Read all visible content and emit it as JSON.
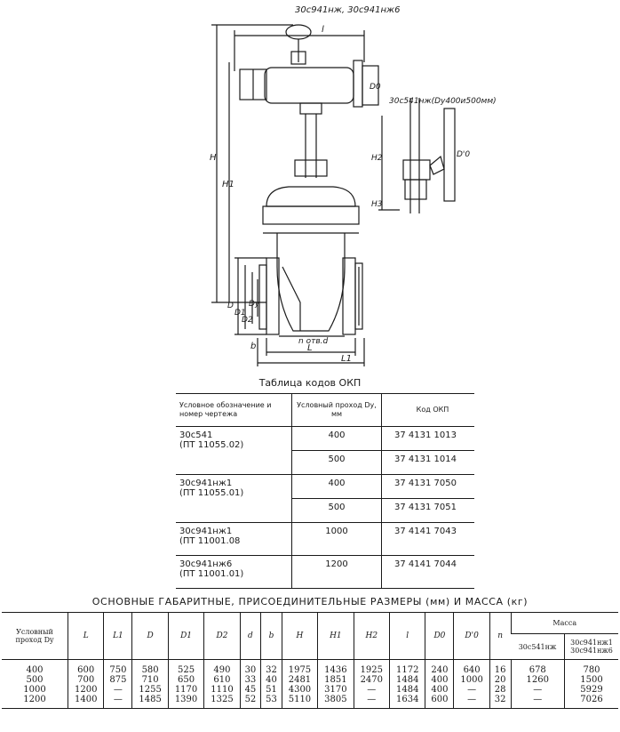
{
  "drawing": {
    "labels": {
      "top_models": "30с941нж, 30с941нж6",
      "side_model": "30с541нж(Dy400и500мм)",
      "dim_l": "l",
      "dim_H": "H",
      "dim_H1": "H1",
      "dim_D0_top": "D0",
      "dim_H2": "H2",
      "dim_H3": "H3",
      "dim_D0_side": "D'0",
      "dim_D": "D",
      "dim_D1": "D1",
      "dim_D2": "D2",
      "dim_dia": "Dy",
      "dim_b": "b",
      "dim_nd": "n отв.d",
      "dim_L": "L",
      "dim_L1": "L1"
    }
  },
  "okp": {
    "title": "Таблица кодов ОКП",
    "headers": {
      "designation": "Условное обозначение и номер чертежа",
      "dn": "Условный проход Dy, мм",
      "code": "Код ОКП"
    },
    "groups": [
      {
        "name": "30с541",
        "drawing": "(ПТ 11055.02)",
        "rows": [
          {
            "dn": "400",
            "code": "37 4131 1013"
          },
          {
            "dn": "500",
            "code": "37 4131 1014"
          }
        ]
      },
      {
        "name": "30с941нж1",
        "drawing": "(ПТ 11055.01)",
        "rows": [
          {
            "dn": "400",
            "code": "37 4131 7050"
          },
          {
            "dn": "500",
            "code": "37 4131 7051"
          }
        ]
      },
      {
        "name": "30с941нж1",
        "drawing": "(ПТ 11001.08",
        "rows": [
          {
            "dn": "1000",
            "code": "37 4141 7043"
          }
        ]
      },
      {
        "name": "30с941нж6",
        "drawing": "(ПТ 11001.01)",
        "rows": [
          {
            "dn": "1200",
            "code": "37 4141 7044"
          }
        ]
      }
    ]
  },
  "dims": {
    "title": "ОСНОВНЫЕ ГАБАРИТНЫЕ, ПРИСОЕДИНИТЕЛЬНЫЕ РАЗМЕРЫ (мм) И МАССА (кг)",
    "headers": {
      "dn": "Условный проход Dy",
      "L": "L",
      "L1": "L1",
      "D": "D",
      "D1": "D1",
      "D2": "D2",
      "d": "d",
      "b": "b",
      "H": "H",
      "H1": "H1",
      "H2": "H2",
      "l": "l",
      "D0": "D0",
      "D0p": "D'0",
      "n": "n",
      "mass": "Масса",
      "mass_a": "30с541нж",
      "mass_b1": "30с941нж1",
      "mass_b2": "30с941нж6"
    },
    "rows": [
      {
        "dn": "400",
        "L": "600",
        "L1": "750",
        "D": "580",
        "D1": "525",
        "D2": "490",
        "d": "30",
        "b": "32",
        "H": "1975",
        "H1": "1436",
        "H2": "1925",
        "l": "1172",
        "D0": "240",
        "D0p": "640",
        "n": "16",
        "mA": "678",
        "mB": "780"
      },
      {
        "dn": "500",
        "L": "700",
        "L1": "875",
        "D": "710",
        "D1": "650",
        "D2": "610",
        "d": "33",
        "b": "40",
        "H": "2481",
        "H1": "1851",
        "H2": "2470",
        "l": "1484",
        "D0": "400",
        "D0p": "1000",
        "n": "20",
        "mA": "1260",
        "mB": "1500"
      },
      {
        "dn": "1000",
        "L": "1200",
        "L1": "—",
        "D": "1255",
        "D1": "1170",
        "D2": "1110",
        "d": "45",
        "b": "51",
        "H": "4300",
        "H1": "3170",
        "H2": "—",
        "l": "1484",
        "D0": "400",
        "D0p": "—",
        "n": "28",
        "mA": "—",
        "mB": "5929"
      },
      {
        "dn": "1200",
        "L": "1400",
        "L1": "—",
        "D": "1485",
        "D1": "1390",
        "D2": "1325",
        "d": "52",
        "b": "53",
        "H": "5110",
        "H1": "3805",
        "H2": "—",
        "l": "1634",
        "D0": "600",
        "D0p": "—",
        "n": "32",
        "mA": "—",
        "mB": "7026"
      }
    ]
  }
}
